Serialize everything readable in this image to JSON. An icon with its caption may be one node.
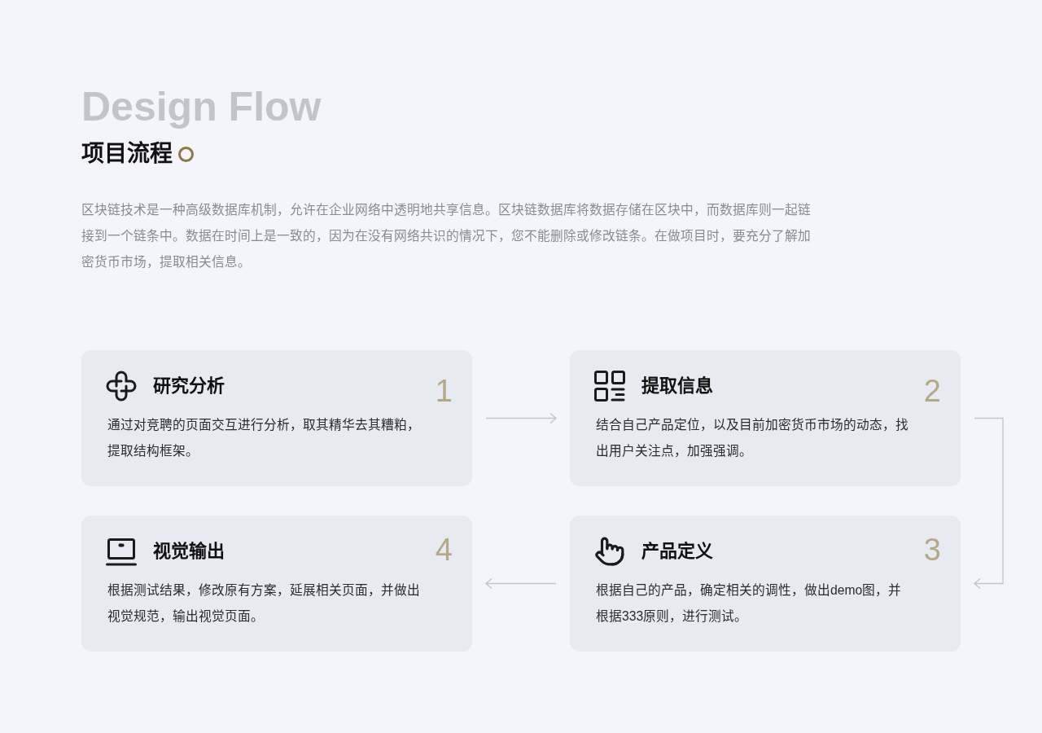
{
  "diagram": {
    "title": "项目流程",
    "nodes": [
      {
        "text": [
          "研究分析",
          "1",
          "通过对竞聘的页面交互进行分析，取其精华去其糟粕，提取结构框架。"
        ]
      },
      {
        "text": [
          "提取信息",
          "2",
          "结合自己产品定位，以及目前加密货币市场的动态，找出用户关注点，加强强调。"
        ]
      },
      {
        "text": [
          "产品定义",
          "3",
          "根据自己的产品，确定相关的调性，做出demo图，并根据333原则，进行测试。"
        ]
      },
      {
        "text": [
          "视觉输出",
          "4",
          "根据测试结果，修改原有方案，延展相关页面，并做出视觉规范，输出视觉页面。"
        ]
      }
    ],
    "edges": [
      {
        "from": 0,
        "to": 1,
        "arrow": "to"
      },
      {
        "from": 1,
        "to": 2,
        "arrow": "to"
      },
      {
        "from": 2,
        "to": 3,
        "arrow": "to"
      }
    ],
    "labels": [
      "Design Flow",
      "区块链技术是一种高级数据库机制，允许在企业网络中透明地共享信息。区块链数据库将数据存储在区块中，而数据库则一起链接到一个链条中。数据在时间上是一致的，因为在没有网络共识的情况下，您不能删除或修改链条。在做项目时，要充分了解加密货币市场，提取相关信息。"
    ]
  }
}
